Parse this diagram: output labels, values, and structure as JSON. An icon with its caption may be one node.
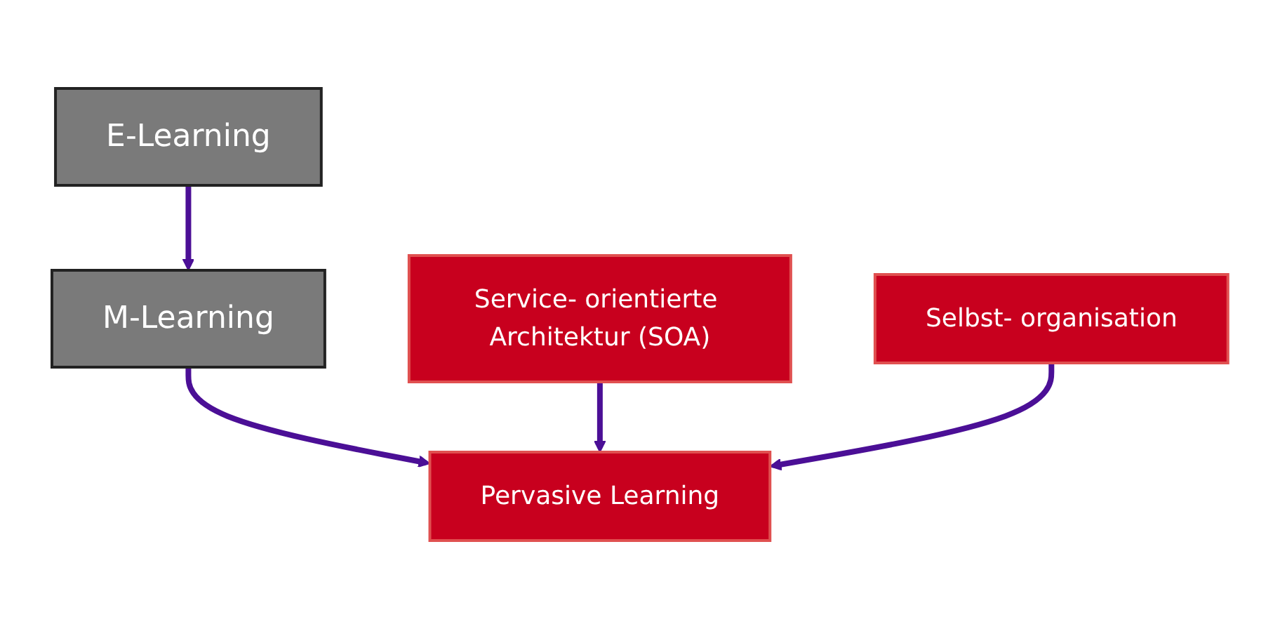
{
  "diagram": {
    "nodes": [
      {
        "text": [
          "E-Learning"
        ]
      },
      {
        "text": [
          "M-Learning"
        ]
      },
      {
        "text": [
          "Pervasive Learning"
        ]
      },
      {
        "text": [
          "Service- orientierte Architektur (SOA)"
        ]
      },
      {
        "text": [
          "Selbst- organisation"
        ]
      }
    ],
    "edges": [
      {
        "from": 0,
        "to": 1,
        "arrow": "to"
      },
      {
        "from": 1,
        "to": 2,
        "arrow": "to"
      },
      {
        "from": 3,
        "to": 2,
        "arrow": "to"
      },
      {
        "from": 4,
        "to": 2,
        "arrow": "to"
      }
    ]
  }
}
